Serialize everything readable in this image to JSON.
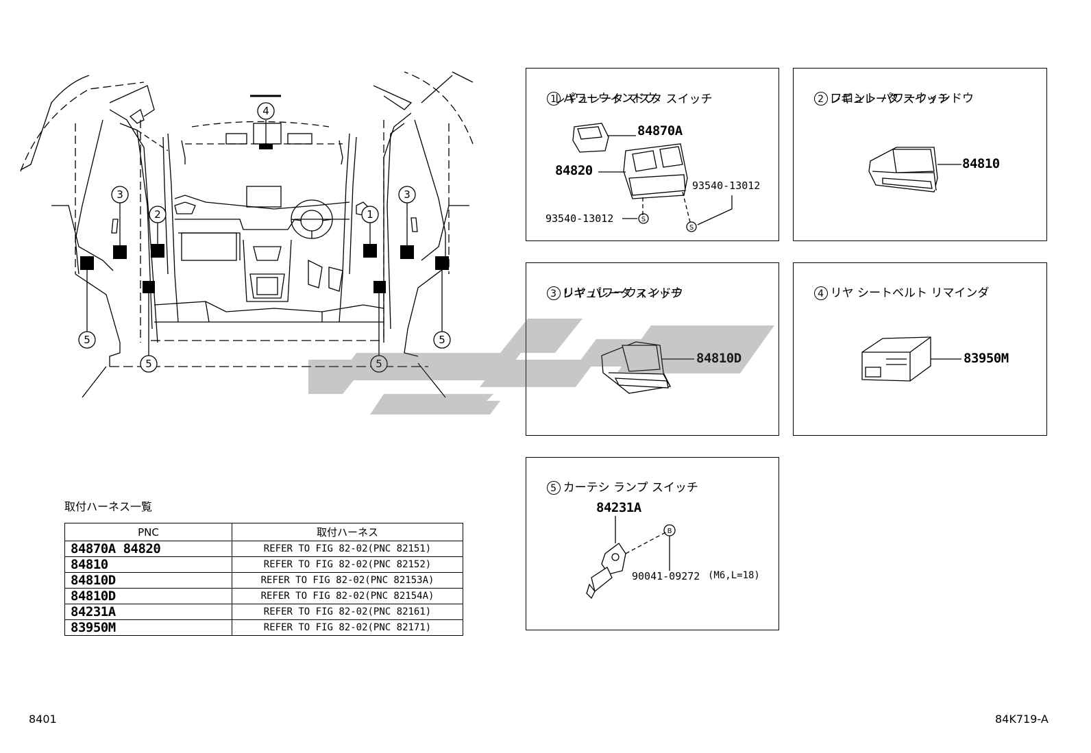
{
  "diagram": {
    "callouts": {
      "c1": "1",
      "c2": "2",
      "c3": "3",
      "c4": "4",
      "c5": "5"
    }
  },
  "panels": [
    {
      "num": "1",
      "title_line1": "パワーウィンドウ",
      "title_line2": "レギュレータ マスタ スイッチ",
      "labels": {
        "a": "84870A",
        "b": "84820",
        "c": "93540-13012",
        "d": "93540-13012",
        "s": "S"
      }
    },
    {
      "num": "2",
      "title_line1": "フロント パワーウィンドウ",
      "title_line2": "レギュレータ スイッチ",
      "labels": {
        "a": "84810"
      }
    },
    {
      "num": "3",
      "title_line1": "リヤ パワーウィンドウ",
      "title_line2": "レギュレータ スイッチ",
      "labels": {
        "a": "84810D"
      }
    },
    {
      "num": "4",
      "title_line1": "リヤ シートベルト リマインダ",
      "labels": {
        "a": "83950M"
      }
    },
    {
      "num": "5",
      "title_line1": "カーテシ ランプ スイッチ",
      "labels": {
        "a": "84231A",
        "b": "90041-09272",
        "c": "(M6,L=18)",
        "bolt": "B"
      }
    }
  ],
  "harness": {
    "title": "取付ハーネス一覧",
    "headers": [
      "PNC",
      "取付ハーネス"
    ],
    "rows": [
      [
        "84870A 84820",
        "REFER TO FIG 82-02(PNC 82151)"
      ],
      [
        "84810",
        "REFER TO FIG 82-02(PNC 82152)"
      ],
      [
        "84810D",
        "REFER TO FIG 82-02(PNC 82153A)"
      ],
      [
        "84810D",
        "REFER TO FIG 82-02(PNC 82154A)"
      ],
      [
        "84231A",
        "REFER TO FIG 82-02(PNC 82161)"
      ],
      [
        "83950M",
        "REFER TO FIG 82-02(PNC 82171)"
      ]
    ]
  },
  "footer": {
    "left": "8401",
    "right": "84K719-A"
  }
}
